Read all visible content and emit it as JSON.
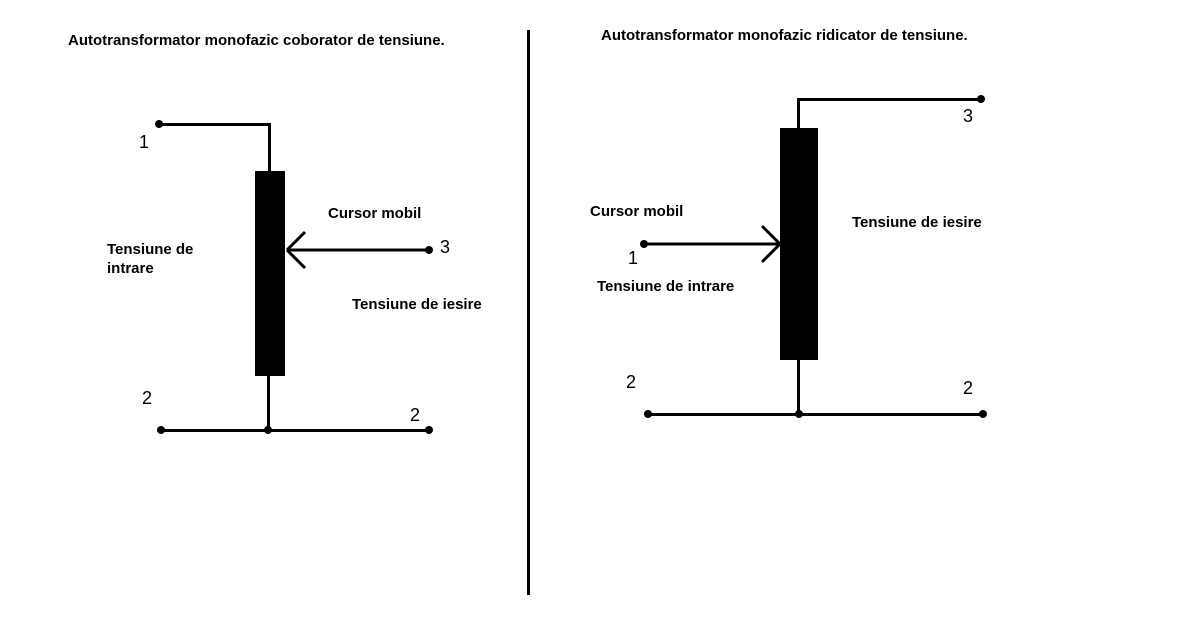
{
  "canvas": {
    "background": "#ffffff",
    "ink": "#000000"
  },
  "left_panel": {
    "title": "Autotransformator monofazic coborator de tensiune.",
    "labels": {
      "terminal_1": "1",
      "terminal_2_left": "2",
      "terminal_2_right": "2",
      "terminal_3": "3",
      "input_voltage": "Tensiune de\nintrare",
      "cursor": "Cursor mobil",
      "output_voltage": "Tensiune de iesire"
    }
  },
  "right_panel": {
    "title": "Autotransformator monofazic ridicator de tensiune.",
    "labels": {
      "terminal_1": "1",
      "terminal_2_left": "2",
      "terminal_2_right": "2",
      "terminal_3": "3",
      "input_voltage": "Tensiune de intrare",
      "cursor": "Cursor mobil",
      "output_voltage": "Tensiune de iesire"
    }
  }
}
